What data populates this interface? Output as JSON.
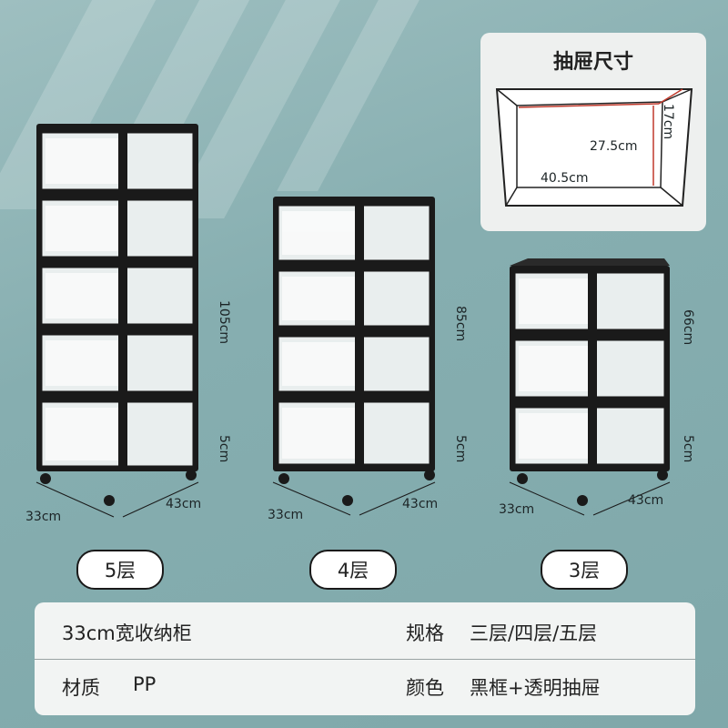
{
  "drawer_size": {
    "title": "抽屉尺寸",
    "height": "17cm",
    "depth": "27.5cm",
    "width": "40.5cm"
  },
  "units": [
    {
      "tier_label": "5层",
      "height": "105cm",
      "wheel_height": "5cm",
      "width": "33cm",
      "depth": "43cm",
      "drawers": 5
    },
    {
      "tier_label": "4层",
      "height": "85cm",
      "wheel_height": "5cm",
      "width": "33cm",
      "depth": "43cm",
      "drawers": 4
    },
    {
      "tier_label": "3层",
      "height": "66cm",
      "wheel_height": "5cm",
      "width": "33cm",
      "depth": "43cm",
      "drawers": 3
    }
  ],
  "specs": {
    "product_name": "33cm宽收纳柜",
    "spec_label": "规格",
    "spec_value": "三层/四层/五层",
    "material_label": "材质",
    "material_value": "PP",
    "color_label": "颜色",
    "color_value": "黑框+透明抽屉"
  },
  "colors": {
    "frame": "#1a1a1a",
    "drawer": "#e9eeee",
    "background": "#8fb4b5",
    "dimension_red": "#c0392b"
  }
}
